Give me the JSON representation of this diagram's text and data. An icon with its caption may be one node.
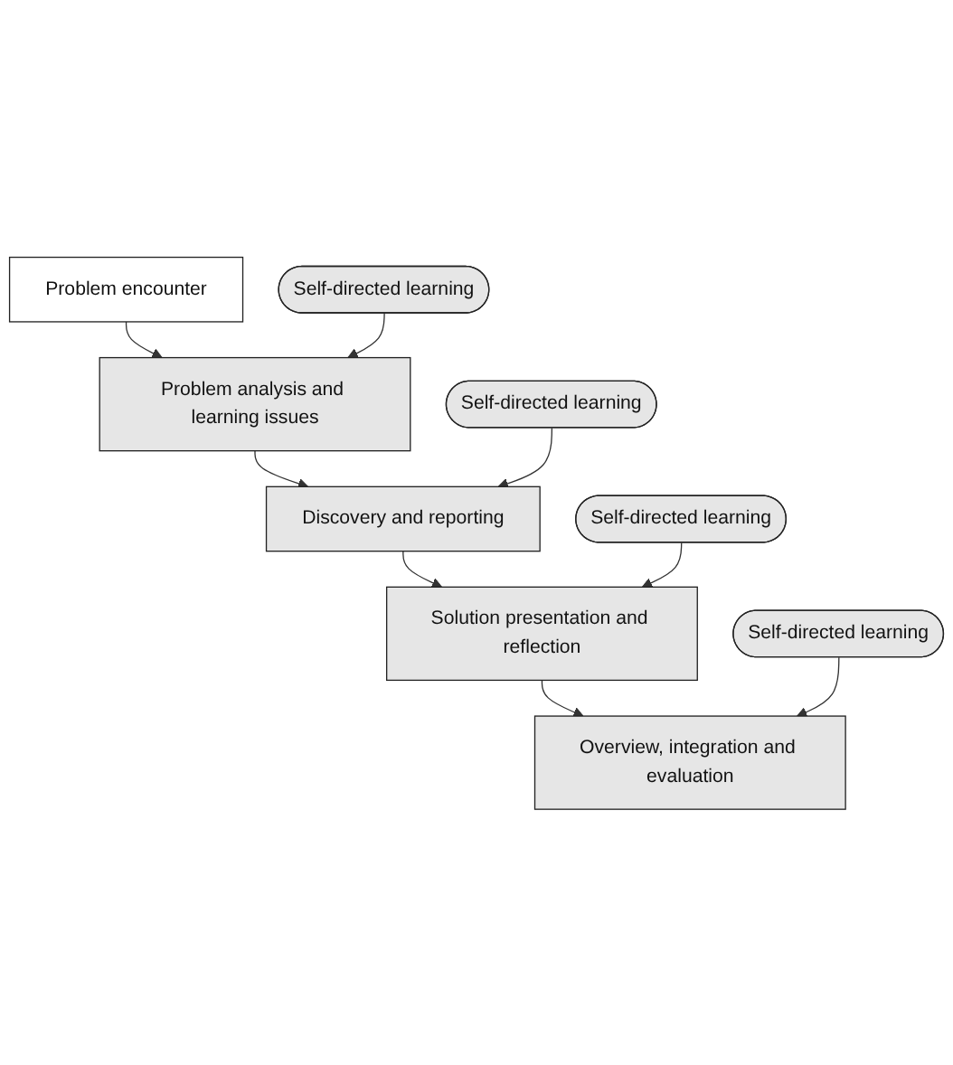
{
  "diagram": {
    "nodes": [
      {
        "text": [
          "Problem encounter"
        ]
      },
      {
        "text": [
          "Self-directed learning"
        ]
      },
      {
        "text": [
          "Problem analysis and learning issues"
        ]
      },
      {
        "text": [
          "Self-directed learning"
        ]
      },
      {
        "text": [
          "Discovery and reporting"
        ]
      },
      {
        "text": [
          "Self-directed learning"
        ]
      },
      {
        "text": [
          "Solution presentation and reflection"
        ]
      },
      {
        "text": [
          "Self-directed learning"
        ]
      },
      {
        "text": [
          "Overview, integration and evaluation"
        ]
      }
    ],
    "edges": [
      {
        "from": 0,
        "to": 2,
        "arrow": "to"
      },
      {
        "from": 1,
        "to": 2,
        "arrow": "to"
      },
      {
        "from": 2,
        "to": 4,
        "arrow": "to"
      },
      {
        "from": 3,
        "to": 4,
        "arrow": "to"
      },
      {
        "from": 4,
        "to": 6,
        "arrow": "to"
      },
      {
        "from": 5,
        "to": 6,
        "arrow": "to"
      },
      {
        "from": 6,
        "to": 8,
        "arrow": "to"
      },
      {
        "from": 7,
        "to": 8,
        "arrow": "to"
      }
    ]
  }
}
